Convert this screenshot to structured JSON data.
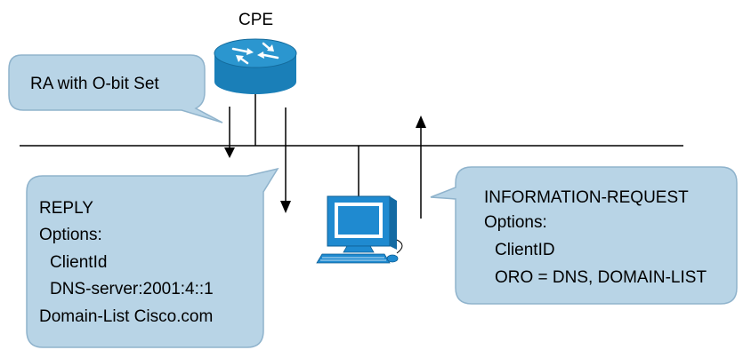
{
  "router": {
    "label": "CPE",
    "icon": "router-icon"
  },
  "ra_callout": {
    "text": "RA with O-bit Set"
  },
  "reply_callout": {
    "lines": [
      "REPLY",
      "Options:",
      "ClientId",
      "DNS-server:2001:4::1",
      "Domain-List Cisco.com"
    ]
  },
  "request_callout": {
    "lines": [
      "INFORMATION-REQUEST",
      "Options:",
      "ClientID",
      "ORO = DNS, DOMAIN-LIST"
    ]
  },
  "host": {
    "icon": "computer-icon"
  },
  "colors": {
    "callout_fill": "#b8d4e6",
    "callout_stroke": "#8fb3cc",
    "router_blue": "#1a7fb8",
    "router_top": "#2b96cf",
    "computer_blue": "#1f8ad0",
    "line": "#000000"
  }
}
